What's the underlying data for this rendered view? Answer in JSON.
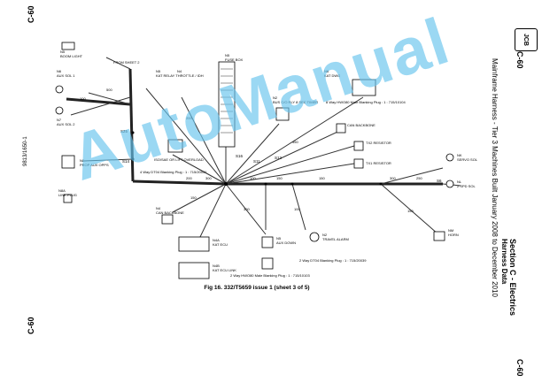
{
  "page": {
    "code_left_top": "C-60",
    "code_left_bottom": "C-60",
    "doc_number": "9813/1650-1",
    "code_right_top": "C-60",
    "code_right_bottom": "C-60"
  },
  "header": {
    "section": "Section C - Electrics",
    "subsection": "Harness Data",
    "description": "Mainframe Harness - Tier 3 Machines Built January 2008 to December 2010",
    "logo": "JCB"
  },
  "figure": {
    "caption": "Fig 16. 332/T5659 issue 1 (sheet 3 of 5)"
  },
  "watermark": "AutoManual",
  "diagram": {
    "connectors": [
      {
        "id": "N5",
        "name": "BOOM LIGHT"
      },
      {
        "id": "N6",
        "name": "AUX SOL 1"
      },
      {
        "id": "N7",
        "name": "AUX SOL 2"
      },
      {
        "id": "N5",
        "name": "KAT RELAY THROTTLE / IDH"
      },
      {
        "id": "N3",
        "name": "KAT RELAY",
        "extra": "N4"
      },
      {
        "id": "N5",
        "name": "FUSE BOX"
      },
      {
        "id": "N8",
        "name": "KAT DWG"
      },
      {
        "id": "N8",
        "name": "PROP AUX OPPS"
      },
      {
        "id": "N8A",
        "name": "LINK PLUG"
      },
      {
        "id": "N9",
        "name": "ISO/SAE OR LIFT OVERLOAD"
      },
      {
        "id": "N2",
        "name": "BUS C/O RLY 8 SEC TIMER"
      },
      {
        "id": "NR",
        "name": "CAN BACKBONE"
      },
      {
        "id": "N7",
        "name": "TX2 RESISTOR"
      },
      {
        "id": "N7",
        "name": "TX1 RESISTOR"
      },
      {
        "id": "NK",
        "name": "SERVO SOL"
      },
      {
        "id": "NL",
        "name": "2 SPD SOL"
      },
      {
        "id": "NM",
        "name": "HORN"
      },
      {
        "id": "N4",
        "name": "CAN BACKBONE"
      },
      {
        "id": "N4A",
        "name": "KAT ECU"
      },
      {
        "id": "N4B",
        "name": "KAT ECU LINK"
      },
      {
        "id": "N5",
        "name": "AUX DOWN"
      },
      {
        "id": "N2",
        "name": "TRAVEL ALARM"
      }
    ],
    "notes": [
      "8 Way HWO80 Male Blanking Plug : 1 : 715/10104",
      "4 Way DT04 Blanking Plug : 1 : 715/20031",
      "2 Way DT04 Blanking Plug : 1 : 715/20039",
      "2 Way HWO80 Male Blanking Plug : 1 : 715/10103",
      "FROM SHEET 2"
    ],
    "splices": [
      "S25",
      "S14",
      "S16",
      "S11",
      "S12",
      "S6"
    ],
    "lengths": [
      "500",
      "100",
      "200",
      "300",
      "100",
      "150",
      "150",
      "300",
      "250",
      "200",
      "450",
      "150",
      "300",
      "100",
      "150",
      "600",
      "300",
      "250",
      "750",
      "300"
    ]
  }
}
